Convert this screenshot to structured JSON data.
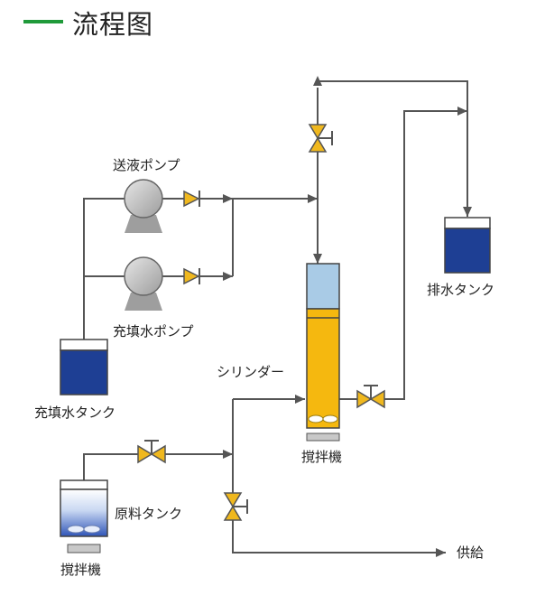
{
  "header": {
    "title": "流程图"
  },
  "labels": {
    "feed_pump": "送液ポンプ",
    "fill_pump": "充填水ポンプ",
    "fill_tank": "充填水タンク",
    "drain_tank": "排水タンク",
    "cylinder": "シリンダー",
    "stirrer_cylinder": "撹拌機",
    "raw_tank": "原料タンク",
    "stirrer_raw": "撹拌機",
    "supply": "供給"
  },
  "colors": {
    "header_accent": "#1f9a3a",
    "line": "#555555",
    "valve_fill": "#f0b81e",
    "tank_water": "#1e3f94",
    "cylinder_body": "#f5b80f",
    "cylinder_top": "#a9cbe6",
    "pump_gray": "#b3b3b3"
  }
}
